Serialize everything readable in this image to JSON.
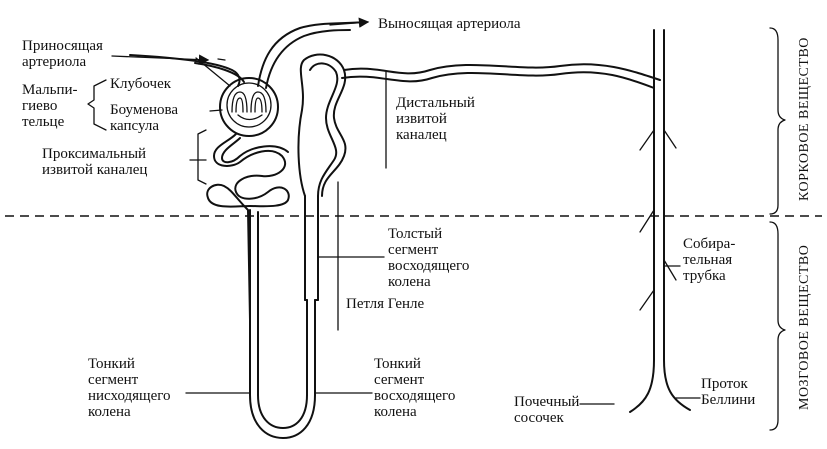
{
  "labels": {
    "afferent_1": "Приносящая",
    "afferent_2": "артериола",
    "efferent": "Выносящая артериола",
    "malpighian_1": "Мальпи-",
    "malpighian_2": "гиево",
    "malpighian_3": "тельце",
    "glomerulus": "Клубочек",
    "bowman_1": "Боуменова",
    "bowman_2": "капсула",
    "proximal_1": "Проксимальный",
    "proximal_2": "извитой каналец",
    "distal_1": "Дистальный",
    "distal_2": "извитой",
    "distal_3": "каналец",
    "thick_1": "Толстый",
    "thick_2": "сегмент",
    "thick_3": "восходящего",
    "thick_4": "колена",
    "henle": "Петля Генле",
    "thin_desc_1": "Тонкий",
    "thin_desc_2": "сегмент",
    "thin_desc_3": "нисходящего",
    "thin_desc_4": "колена",
    "thin_asc_1": "Тонкий",
    "thin_asc_2": "сегмент",
    "thin_asc_3": "восходящего",
    "thin_asc_4": "колена",
    "collecting_1": "Собира-",
    "collecting_2": "тельная",
    "collecting_3": "трубка",
    "papilla_1": "Почечный",
    "papilla_2": "сосочек",
    "bellini_1": "Проток",
    "bellini_2": "Беллини",
    "cortex": "КОРКОВОЕ ВЕЩЕСТВО",
    "medulla": "МОЗГОВОЕ ВЕЩЕСТВО"
  }
}
